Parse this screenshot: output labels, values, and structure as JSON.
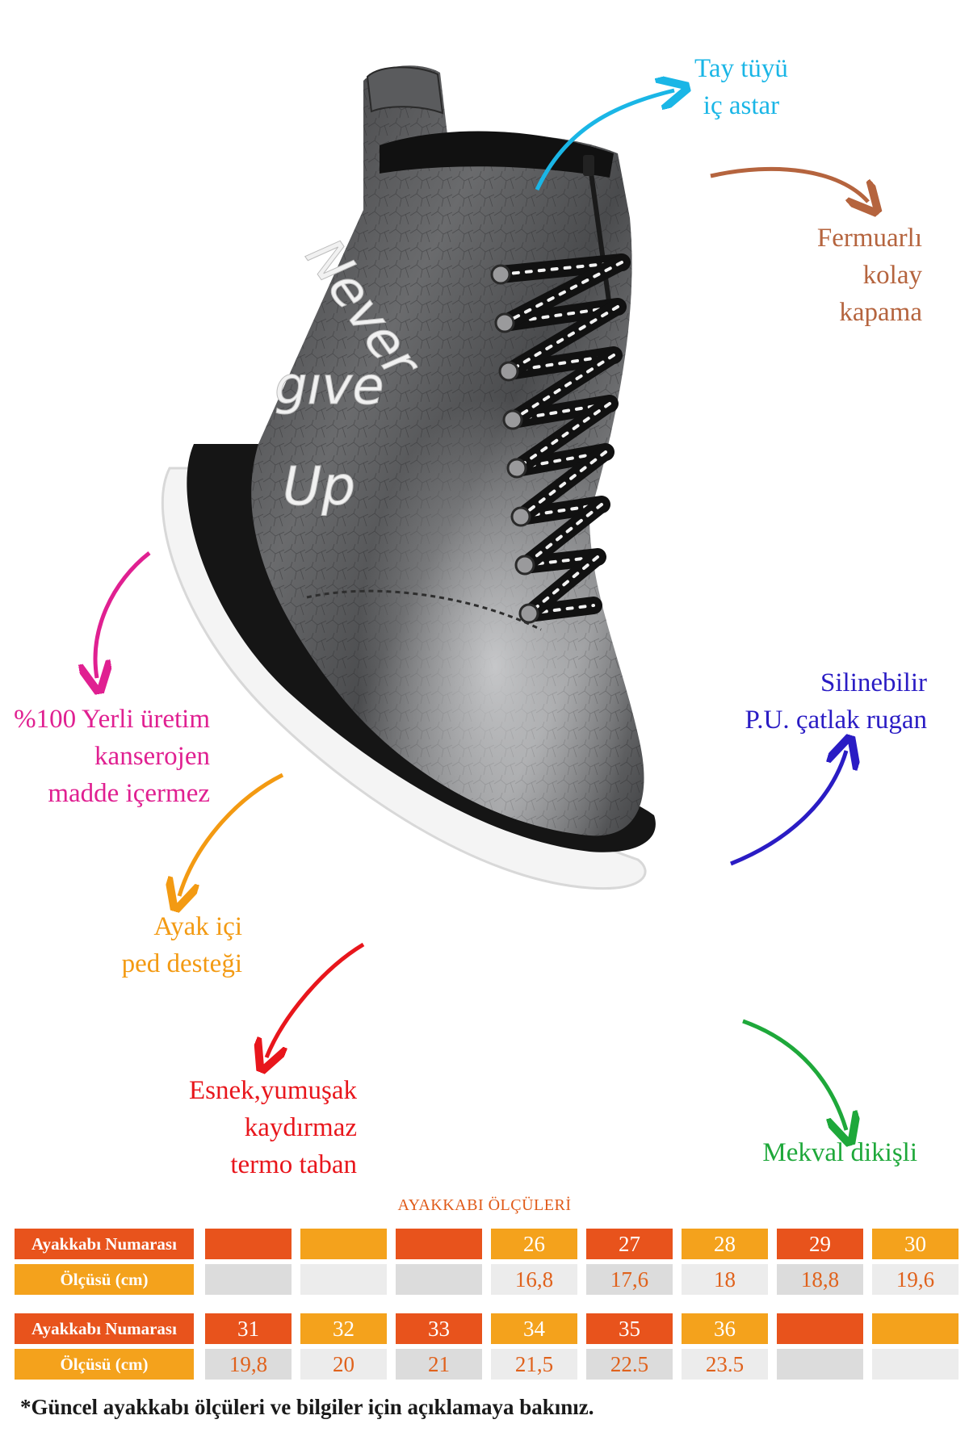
{
  "labels": {
    "tay_tuyu": [
      "Tay tüyü",
      "iç astar"
    ],
    "fermuarli": [
      "Fermuarlı",
      "kolay",
      "kapama"
    ],
    "yerli": [
      "%100 Yerli üretim",
      "kanserojen",
      "madde içermez"
    ],
    "silinebilir": [
      "Silinebilir",
      "P.U. çatlak rugan"
    ],
    "ayak_ici": [
      "Ayak içi",
      "ped desteği"
    ],
    "esnek": [
      "Esnek,yumuşak",
      "kaydırmaz",
      "termo  taban"
    ],
    "mekval": [
      "Mekval dikişli"
    ]
  },
  "boot_text": [
    "Never",
    "gıve",
    "Up"
  ],
  "colors": {
    "cyan": "#1ab6e6",
    "brown": "#b5643e",
    "magenta": "#e02091",
    "orange": "#f39a12",
    "red": "#e8161c",
    "blue": "#2a1cc4",
    "green": "#1ea83a",
    "cell_dark_orange": "#e8531c",
    "cell_light_orange": "#f4a21c",
    "cell_grey": "#dcdcdc"
  },
  "table": {
    "title": "AYAKKABI ÖLÇÜLERİ",
    "row_label_size": "Ayakkabı Numarası",
    "row_label_measure": "Ölçüsü (cm)",
    "block1": {
      "sizes": [
        "",
        "",
        "",
        "26",
        "27",
        "28",
        "29",
        "30"
      ],
      "measures": [
        "",
        "",
        "",
        "16,8",
        "17,6",
        "18",
        "18,8",
        "19,6"
      ]
    },
    "block2": {
      "sizes": [
        "31",
        "32",
        "33",
        "34",
        "35",
        "36",
        "",
        ""
      ],
      "measures": [
        "19,8",
        "20",
        "21",
        "21,5",
        "22.5",
        "23.5",
        "",
        ""
      ]
    }
  },
  "note": "*Güncel ayakkabı ölçüleri ve bilgiler için açıklamaya bakınız."
}
